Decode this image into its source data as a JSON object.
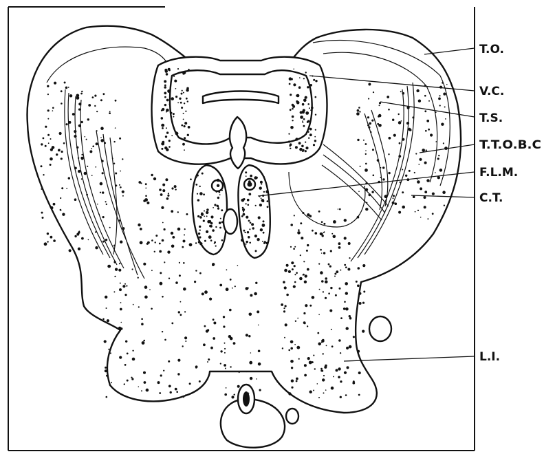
{
  "figure": {
    "labels": [
      {
        "id": "to",
        "text": "T.O."
      },
      {
        "id": "vc",
        "text": "V.C."
      },
      {
        "id": "ts",
        "text": "T.S."
      },
      {
        "id": "ttobc",
        "text": "T.T.O.B.C"
      },
      {
        "id": "flm",
        "text": "F.L.M."
      },
      {
        "id": "ct",
        "text": "C.T."
      },
      {
        "id": "li",
        "text": "L.I."
      }
    ],
    "colors": {
      "ink": "#111111",
      "paper": "#ffffff"
    }
  }
}
